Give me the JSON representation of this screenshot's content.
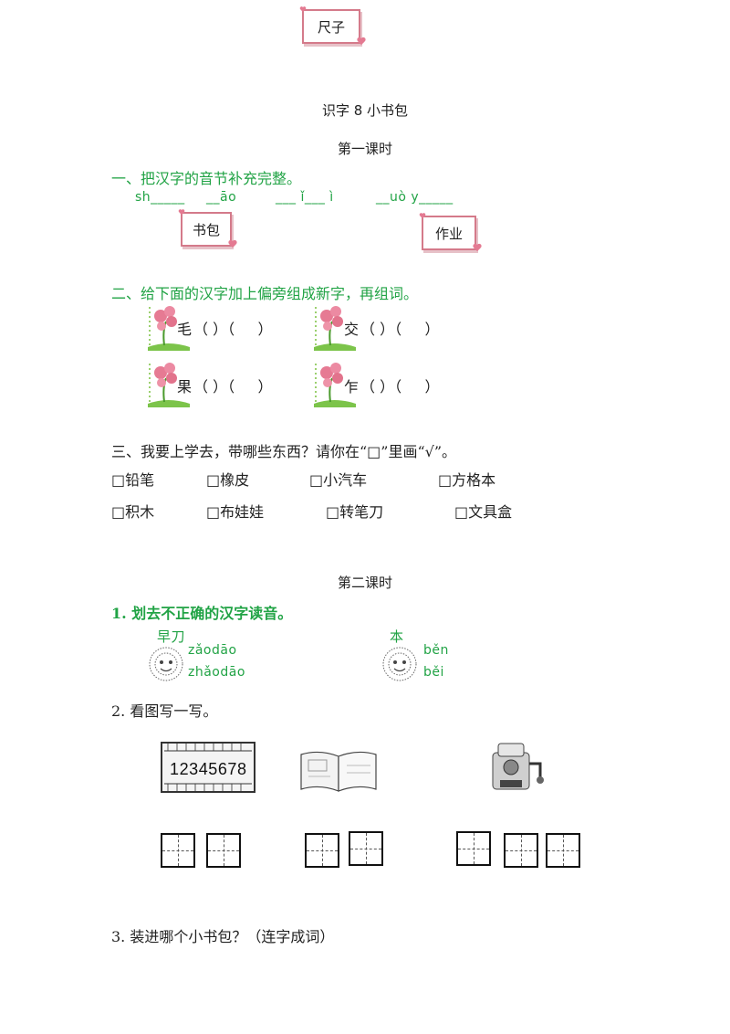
{
  "cards": {
    "ruler": "尺子",
    "bookbag": "书包",
    "homework": "作业"
  },
  "title": "识字 8 小书包",
  "lesson1": {
    "heading": "第一课时",
    "q1": {
      "text": "一、把汉字的音节补充完整。",
      "pinyin": [
        "sh_____",
        "__āo",
        "___ ǐ___ ì",
        "__uò  y_____"
      ]
    },
    "q2": {
      "text": "二、给下面的汉字加上偏旁组成新字，再组词。",
      "rows": [
        {
          "char": "毛",
          "paren": "（ ）（     ）"
        },
        {
          "char": "交",
          "paren": "（ ）（     ）"
        },
        {
          "char": "果",
          "paren": "（ ）（     ）"
        },
        {
          "char": "乍",
          "paren": "（ ）（     ）"
        }
      ]
    },
    "q3": {
      "text": "三、我要上学去，带哪些东西？请你在“□”里画“√”。",
      "items": [
        "□铅笔",
        "□橡皮",
        "□小汽车",
        "□方格本",
        "□积木",
        "□布娃娃",
        "□转笔刀",
        "□文具盒"
      ]
    }
  },
  "lesson2": {
    "heading": "第二课时",
    "q1": {
      "text": "1. 划去不正确的汉字读音。",
      "left_char": "早刀",
      "left_pinyin": [
        "zǎodāo",
        "zhǎodāo"
      ],
      "right_char": "本",
      "right_pinyin": [
        "běn",
        "běi"
      ]
    },
    "q2": {
      "text": "2. 看图写一写。",
      "ruler_digits": "12345678"
    },
    "q3": {
      "text": "3. 装进哪个小书包？（连字成词）"
    }
  }
}
